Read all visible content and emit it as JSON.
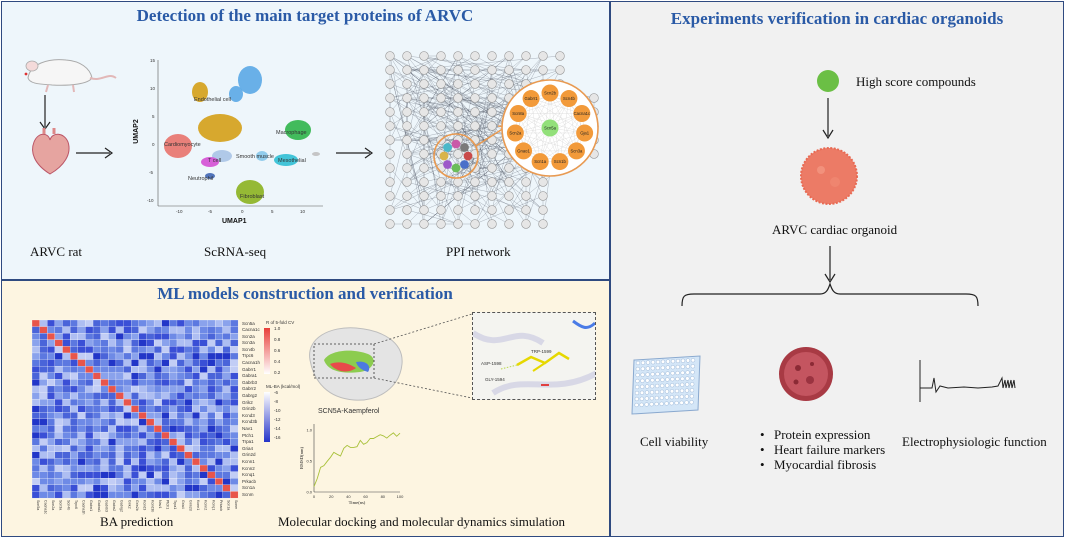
{
  "panels": {
    "detection": {
      "title": "Detection of the main target proteins of ARVC",
      "rat_label": "ARVC rat",
      "scrna_label": "ScRNA-seq",
      "ppi_label": "PPI network",
      "umap": {
        "xlabel": "UMAP1",
        "ylabel": "UMAP2",
        "xticks": [
          "-10",
          "-5",
          "0",
          "5",
          "10"
        ],
        "yticks": [
          "15",
          "10",
          "5",
          "0",
          "-5",
          "-10"
        ],
        "clusters": [
          "Endothelial cell",
          "Cardiomyocyte",
          "T cell",
          "Neutrophil",
          "Smooth muscle",
          "Macrophage",
          "Fibroblast",
          "Mesothelial"
        ]
      },
      "ppi_nodes": [
        "Scn5a",
        "Scn2b",
        "Scn4b",
        "Cacna1c",
        "Gja1",
        "Scn3a",
        "Scn1b",
        "Scn1a",
        "Gnao1",
        "Scn2a",
        "Scn8a",
        "Gabrr1"
      ]
    },
    "ml": {
      "title": "ML models construction and verification",
      "ba_label": "BA prediction",
      "docking_label": "Molecular docking and molecular dynamics simulation",
      "complex_label": "SCN5A-Kaempferol",
      "heatmap_genes": [
        "Scn5a",
        "Cacna1c",
        "Scn2a",
        "Scn3a",
        "Scn4b",
        "Trpc6",
        "Cacna1h",
        "Gabrr1",
        "Gabra1",
        "Gabrb3",
        "Gabrr2",
        "Gabrg2",
        "Grik2",
        "Grin2b",
        "Kcnd3",
        "Kcnd3b",
        "Nav1",
        "Ptch1",
        "Trpa1",
        "Gria4",
        "Grin2d",
        "Kcnn1",
        "Kcnn2",
        "Kcnq1",
        "Prkacb",
        "Scn1a",
        "Scnm"
      ],
      "legend_cv": {
        "title": "R of 5-fold CV",
        "ticks": [
          "1.0",
          "0.8",
          "0.6",
          "0.4",
          "0.2"
        ]
      },
      "legend_ba": {
        "title": "ML-BA (kcal/mol)",
        "ticks": [
          "-6",
          "-8",
          "-10",
          "-12",
          "-14",
          "-16"
        ]
      },
      "rmsd": {
        "ylabel": "RMSD(nm)",
        "xlabel": "Time(ns)",
        "xticks": [
          "0",
          "20",
          "40",
          "60",
          "80",
          "100"
        ],
        "yticks": [
          "1.0",
          "0.5",
          "0.0"
        ],
        "values": [
          0.08,
          0.25,
          0.4,
          0.45,
          0.5,
          0.55,
          0.6,
          0.58,
          0.62,
          0.7,
          0.72,
          0.74,
          0.72,
          0.76,
          0.8,
          0.78,
          0.82,
          0.86,
          0.84,
          0.88,
          0.9,
          0.92,
          0.9,
          0.94,
          0.95,
          0.93,
          0.96
        ]
      },
      "docking_residues": [
        "TRP-1599",
        "ASP-1598",
        "GLY-1594"
      ]
    },
    "organoids": {
      "title": "Experiments verification in cardiac organoids",
      "compound_label": "High score compounds",
      "organoid_label": "ARVC cardiac organoid",
      "cell_viability_label": "Cell viability",
      "bullets": [
        "Protein expression",
        "Heart failure markers",
        "Myocardial fibrosis"
      ],
      "electro_label": "Electrophysiologic function"
    }
  },
  "colors": {
    "title_blue": "#2a5aa6",
    "border": "#2f4a80",
    "compound_green": "#6bbf45",
    "organoid_salmon": "#ec7b66",
    "heat_blue": "#4a64d9",
    "heat_red": "#e8554b"
  }
}
